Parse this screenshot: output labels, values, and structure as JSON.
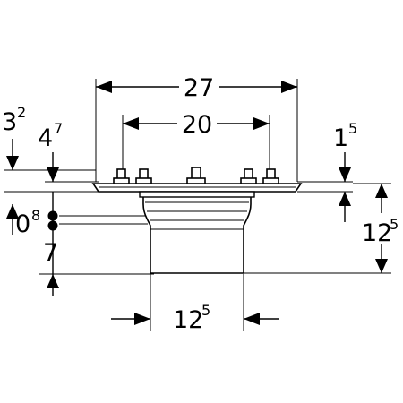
{
  "dimensions": {
    "overall_width": "27",
    "bolt_spacing": "20",
    "left_upper_base": "3",
    "left_upper_sup": "2",
    "left_mid_base": "4",
    "left_mid_sup": "7",
    "flange_gap_base": "1",
    "flange_gap_sup": "5",
    "seal_base": "0",
    "seal_sup": "8",
    "left_lower": "7",
    "height_base": "12",
    "height_sup": "5",
    "outlet_base": "12",
    "outlet_sup": "5"
  }
}
